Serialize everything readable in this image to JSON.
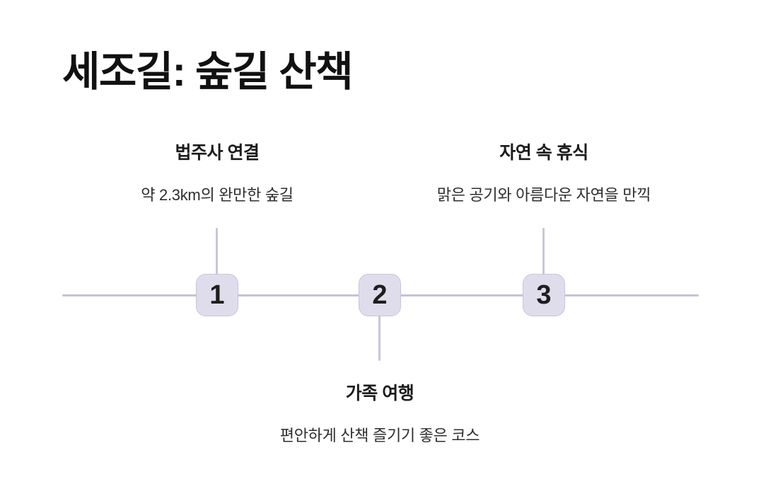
{
  "page": {
    "title": "세조길: 숲길 산책"
  },
  "colors": {
    "background": "#ffffff",
    "title_text": "#111111",
    "milestone_label_text": "#1c1c1c",
    "milestone_description_text": "#2e2e2e",
    "timeline_line": "#c5c2d6",
    "connector_line": "#c9c6da",
    "node_fill": "#dfddec",
    "node_border": "#c7c4da",
    "node_number_text": "#1e1e1e"
  },
  "timeline": {
    "milestones": [
      {
        "number": "1",
        "label": "법주사 연결",
        "description": "약 2.3km의 완만한 숲길",
        "label_position": "above"
      },
      {
        "number": "2",
        "label": "가족 여행",
        "description": "편안하게 산책 즐기기 좋은 코스",
        "label_position": "below"
      },
      {
        "number": "3",
        "label": "자연 속 휴식",
        "description": "맑은 공기와 아름다운 자연을 만끽",
        "label_position": "above"
      }
    ]
  }
}
